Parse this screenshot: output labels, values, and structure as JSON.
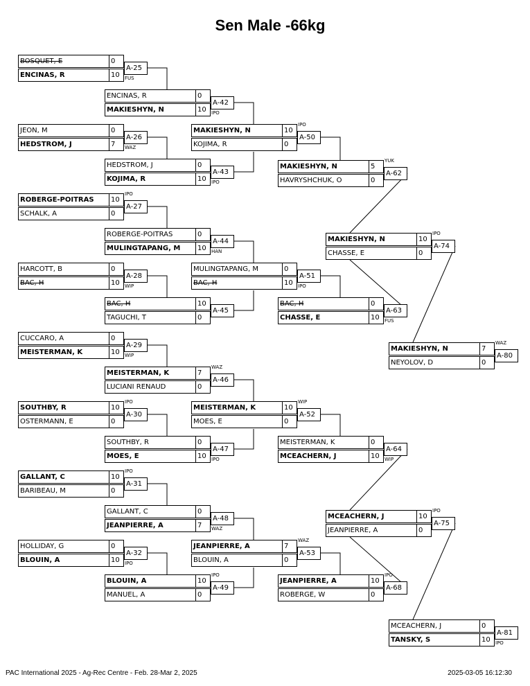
{
  "title": "Sen Male -66kg",
  "footer": {
    "left": "PAC International 2025 - Ag-Rec Centre - Feb. 28-Mar 2, 2025",
    "right": "2025-03-05 16:12:30"
  },
  "matches": [
    {
      "id": "A-25",
      "rows": [
        {
          "name": "BOSQUET, E",
          "score": "0",
          "x": true
        },
        {
          "name": "ENCINAS, R",
          "score": "10",
          "win": true
        }
      ],
      "result": {
        "text": "FUS",
        "row": 1
      }
    },
    {
      "id": "A-26",
      "rows": [
        {
          "name": "JEON, M",
          "score": "0"
        },
        {
          "name": "HEDSTROM, J",
          "score": "7",
          "win": true
        }
      ],
      "result": {
        "text": "WAZ",
        "row": 1
      }
    },
    {
      "id": "A-27",
      "rows": [
        {
          "name": "ROBERGE-POITRAS",
          "score": "10",
          "win": true
        },
        {
          "name": "SCHALK, A",
          "score": "0"
        }
      ],
      "result": {
        "text": "IPO",
        "row": 0
      }
    },
    {
      "id": "A-28",
      "rows": [
        {
          "name": "HARCOTT, B",
          "score": "0"
        },
        {
          "name": "BAC, H",
          "score": "10",
          "x": true
        }
      ],
      "result": {
        "text": "WIP",
        "row": 1
      }
    },
    {
      "id": "A-29",
      "rows": [
        {
          "name": "CUCCARO, A",
          "score": "0"
        },
        {
          "name": "MEISTERMAN, K",
          "score": "10",
          "win": true
        }
      ],
      "result": {
        "text": "WIP",
        "row": 1
      }
    },
    {
      "id": "A-30",
      "rows": [
        {
          "name": "SOUTHBY, R",
          "score": "10",
          "win": true
        },
        {
          "name": "OSTERMANN, E",
          "score": "0"
        }
      ],
      "result": {
        "text": "IPO",
        "row": 0
      }
    },
    {
      "id": "A-31",
      "rows": [
        {
          "name": "GALLANT, C",
          "score": "10",
          "win": true
        },
        {
          "name": "BARIBEAU, M",
          "score": "0"
        }
      ],
      "result": {
        "text": "IPO",
        "row": 0
      }
    },
    {
      "id": "A-32",
      "rows": [
        {
          "name": "HOLLIDAY, G",
          "score": "0"
        },
        {
          "name": "BLOUIN, A",
          "score": "10",
          "win": true
        }
      ],
      "result": {
        "text": "IPO",
        "row": 1
      }
    },
    {
      "id": "A-42",
      "rows": [
        {
          "name": "ENCINAS, R",
          "score": "0"
        },
        {
          "name": "MAKIESHYN, N",
          "score": "10",
          "win": true
        }
      ],
      "result": {
        "text": "IPO",
        "row": 1
      }
    },
    {
      "id": "A-43",
      "rows": [
        {
          "name": "HEDSTROM, J",
          "score": "0"
        },
        {
          "name": "KOJIMA, R",
          "score": "10",
          "win": true
        }
      ],
      "result": {
        "text": "IPO",
        "row": 1
      }
    },
    {
      "id": "A-44",
      "rows": [
        {
          "name": "ROBERGE-POITRAS",
          "score": "0"
        },
        {
          "name": "MULINGTAPANG, M",
          "score": "10",
          "win": true
        }
      ],
      "result": {
        "text": "HAN",
        "row": 1
      }
    },
    {
      "id": "A-45",
      "rows": [
        {
          "name": "BAC, H",
          "score": "10",
          "x": true
        },
        {
          "name": "TAGUCHI, T",
          "score": "0"
        }
      ],
      "result": null
    },
    {
      "id": "A-46",
      "rows": [
        {
          "name": "MEISTERMAN, K",
          "score": "7",
          "win": true
        },
        {
          "name": "LUCIANI RENAUD",
          "score": "0"
        }
      ],
      "result": {
        "text": "WAZ",
        "row": 0
      }
    },
    {
      "id": "A-47",
      "rows": [
        {
          "name": "SOUTHBY, R",
          "score": "0"
        },
        {
          "name": "MOES, E",
          "score": "10",
          "win": true
        }
      ],
      "result": {
        "text": "IPO",
        "row": 1
      }
    },
    {
      "id": "A-48",
      "rows": [
        {
          "name": "GALLANT, C",
          "score": "0"
        },
        {
          "name": "JEANPIERRE, A",
          "score": "7",
          "win": true
        }
      ],
      "result": {
        "text": "WAZ",
        "row": 1
      }
    },
    {
      "id": "A-49",
      "rows": [
        {
          "name": "BLOUIN, A",
          "score": "10",
          "win": true
        },
        {
          "name": "MANUEL, A",
          "score": "0"
        }
      ],
      "result": {
        "text": "IPO",
        "row": 0
      }
    },
    {
      "id": "A-50",
      "rows": [
        {
          "name": "MAKIESHYN, N",
          "score": "10",
          "win": true
        },
        {
          "name": "KOJIMA, R",
          "score": "0"
        }
      ],
      "result": {
        "text": "IPO",
        "row": 0
      }
    },
    {
      "id": "A-51",
      "rows": [
        {
          "name": "MULINGTAPANG, M",
          "score": "0"
        },
        {
          "name": "BAC, H",
          "score": "10",
          "x": true
        }
      ],
      "result": {
        "text": "IPO",
        "row": 1
      }
    },
    {
      "id": "A-52",
      "rows": [
        {
          "name": "MEISTERMAN, K",
          "score": "10",
          "win": true
        },
        {
          "name": "MOES, E",
          "score": "0"
        }
      ],
      "result": {
        "text": "WIP",
        "row": 0
      }
    },
    {
      "id": "A-53",
      "rows": [
        {
          "name": "JEANPIERRE, A",
          "score": "7",
          "win": true
        },
        {
          "name": "BLOUIN, A",
          "score": "0"
        }
      ],
      "result": {
        "text": "WAZ",
        "row": 0
      }
    },
    {
      "id": "A-62",
      "rows": [
        {
          "name": "MAKIESHYN, N",
          "score": "5",
          "win": true
        },
        {
          "name": "HAVRYSHCHUK, O",
          "score": "0"
        }
      ],
      "result": {
        "text": "YUK",
        "row": 0
      }
    },
    {
      "id": "A-63",
      "rows": [
        {
          "name": "BAC, H",
          "score": "0",
          "x": true
        },
        {
          "name": "CHASSE, E",
          "score": "10",
          "win": true
        }
      ],
      "result": {
        "text": "FUS",
        "row": 1
      }
    },
    {
      "id": "A-64",
      "rows": [
        {
          "name": "MEISTERMAN, K",
          "score": "0"
        },
        {
          "name": "MCEACHERN, J",
          "score": "10",
          "win": true
        }
      ],
      "result": {
        "text": "WIP",
        "row": 1
      }
    },
    {
      "id": "A-68",
      "rows": [
        {
          "name": "JEANPIERRE, A",
          "score": "10",
          "win": true
        },
        {
          "name": "ROBERGE, W",
          "score": "0"
        }
      ],
      "result": {
        "text": "IPO",
        "row": 0
      }
    },
    {
      "id": "A-74",
      "rows": [
        {
          "name": "MAKIESHYN, N",
          "score": "10",
          "win": true
        },
        {
          "name": "CHASSE, E",
          "score": "0"
        }
      ],
      "result": {
        "text": "IPO",
        "row": 0
      }
    },
    {
      "id": "A-75",
      "rows": [
        {
          "name": "MCEACHERN, J",
          "score": "10",
          "win": true
        },
        {
          "name": "JEANPIERRE, A",
          "score": "0"
        }
      ],
      "result": {
        "text": "IPO",
        "row": 0
      }
    },
    {
      "id": "A-80",
      "rows": [
        {
          "name": "MAKIESHYN, N",
          "score": "7",
          "win": true
        },
        {
          "name": "NEYOLOV, D",
          "score": "0"
        }
      ],
      "result": {
        "text": "WAZ",
        "row": 0
      }
    },
    {
      "id": "A-81",
      "rows": [
        {
          "name": "MCEACHERN, J",
          "score": "0"
        },
        {
          "name": "TANSKY, S",
          "score": "10",
          "win": true
        }
      ],
      "result": {
        "text": "IPO",
        "row": 1
      }
    }
  ]
}
